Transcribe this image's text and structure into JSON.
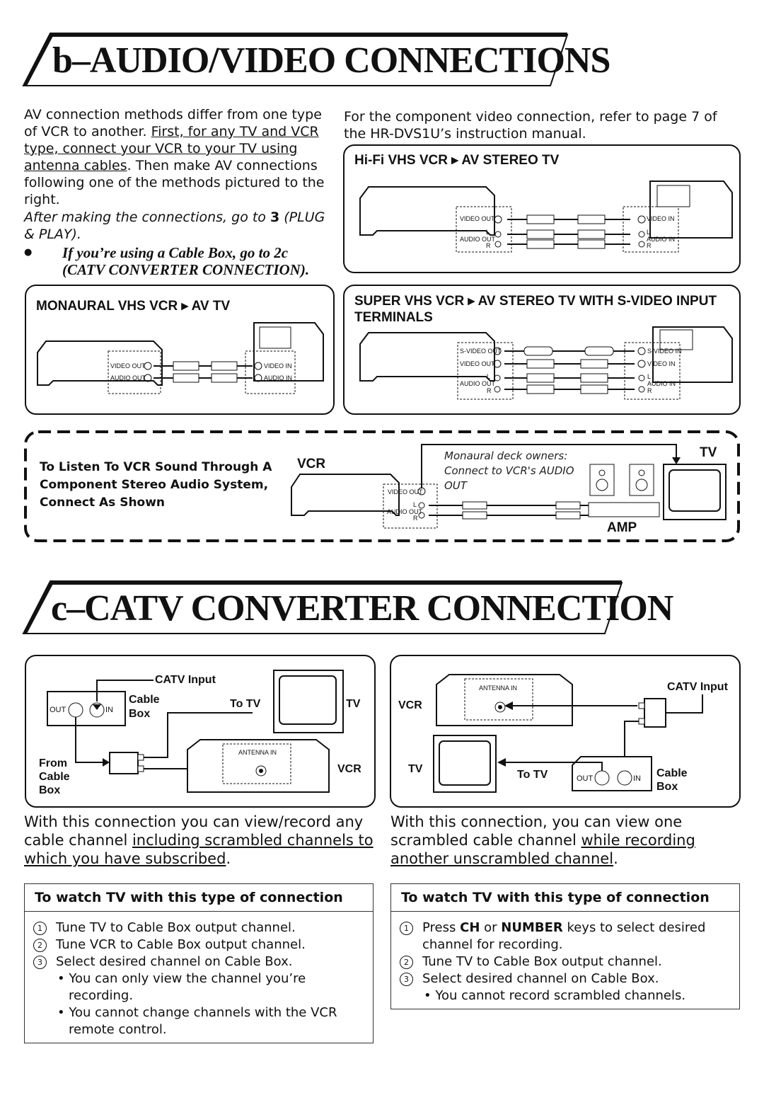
{
  "section_b": {
    "title": "b–AUDIO/VIDEO CONNECTIONS",
    "intro_1": "AV connection methods differ from one type of VCR to another. ",
    "intro_underline": "First, for any TV and VCR type, connect your VCR to your TV using antenna cables",
    "intro_2": ". Then make AV connections following one of the methods pictured to the right.",
    "after_1": "After making the connections, go to ",
    "after_num": "3",
    "after_2": " (PLUG & PLAY).",
    "bullet_dot": "●",
    "bullet": "If you’re using a Cable Box, go to 2c (CATV CONVERTER CONNECTION).",
    "component_note": "For the component video connection, refer to page 7 of the HR-DVS1U’s instruction manual."
  },
  "panels": {
    "hifi": {
      "title_a": "Hi-Fi VHS VCR",
      "title_b": "AV STEREO TV"
    },
    "mono": {
      "title_a": "MONAURAL VHS VCR",
      "title_b": "AV TV"
    },
    "super": {
      "title_a": "SUPER VHS VCR",
      "title_b": "AV STEREO TV WITH S-VIDEO INPUT TERMINALS"
    },
    "listen": {
      "text": "To Listen To VCR Sound Through A Component Stereo Audio System, Connect As Shown",
      "vcr": "VCR",
      "tv": "TV",
      "amp": "AMP",
      "note": "Monaural deck owners: Connect to VCR's AUDIO OUT"
    }
  },
  "port_labels": {
    "video_out": "VIDEO OUT",
    "audio_out": "AUDIO OUT",
    "video_in": "VIDEO IN",
    "audio_in": "AUDIO IN",
    "svideo_out": "S-VIDEO OUT",
    "svideo_in": "S-VIDEO IN",
    "l": "L",
    "r": "R",
    "antenna_in": "ANTENNA IN",
    "out": "OUT",
    "in": "IN"
  },
  "section_c": {
    "title": "c–CATV CONVERTER CONNECTION",
    "left_diagram": {
      "catv": "CATV Input",
      "cable": "Cable",
      "box": "Box",
      "to_tv": "To TV",
      "tv": "TV",
      "vcr": "VCR",
      "from": "From",
      "from_cable": "Cable",
      "from_box": "Box"
    },
    "right_diagram": {
      "catv": "CATV Input",
      "vcr": "VCR",
      "tv": "TV",
      "to_tv": "To TV",
      "cable": "Cable",
      "box": "Box"
    },
    "left_desc_1": "With this connection you can view/record any cable channel ",
    "left_desc_u": "including scrambled channels to which you have subscribed",
    "left_desc_2": ".",
    "right_desc_1": "With this connection, you can view one scrambled cable channel ",
    "right_desc_u": "while recording another unscrambled channel",
    "right_desc_2": ".",
    "left_box": {
      "heading": "To watch TV with this type of connection",
      "steps": [
        {
          "num": "1",
          "text": "Tune TV to Cable Box output channel."
        },
        {
          "num": "2",
          "text": "Tune VCR to Cable Box output channel."
        },
        {
          "num": "3",
          "text": "Select desired channel on Cable Box."
        }
      ],
      "bullets": [
        "• You can only view the channel you’re recording.",
        "• You cannot change channels with the VCR remote control."
      ]
    },
    "right_box": {
      "heading": "To watch TV with this type of connection",
      "step1_a": "Press ",
      "step1_b": "CH",
      "step1_c": " or ",
      "step1_d": "NUMBER",
      "step1_e": " keys to select desired channel for recording.",
      "steps": [
        {
          "num": "1"
        },
        {
          "num": "2",
          "text": "Tune TV to Cable Box output channel."
        },
        {
          "num": "3",
          "text": "Select desired channel on Cable Box."
        }
      ],
      "bullets": [
        "• You cannot record scrambled channels."
      ]
    }
  }
}
